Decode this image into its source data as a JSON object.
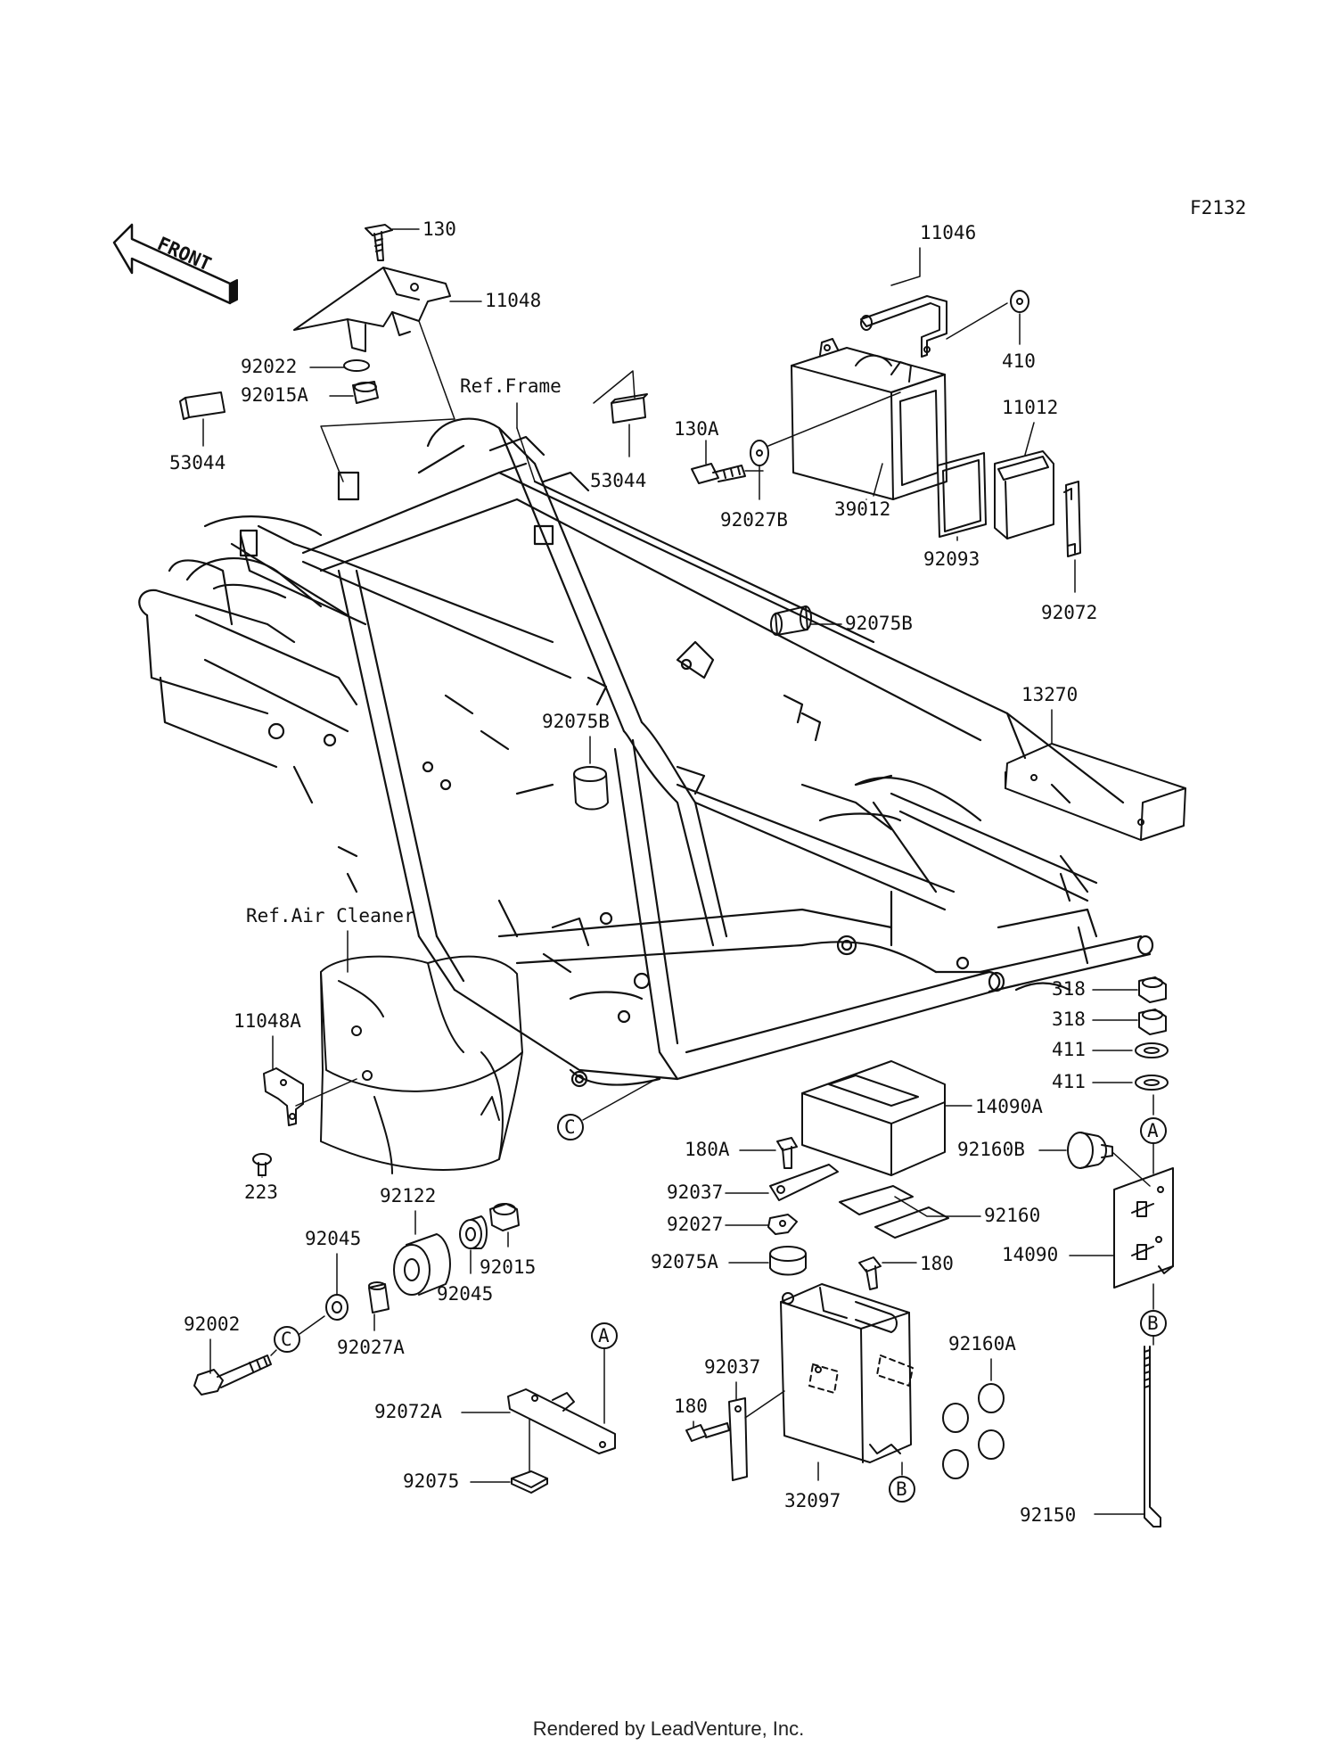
{
  "diagram": {
    "figure_code": "F2132",
    "front_label": "FRONT",
    "ref_frame": "Ref.Frame",
    "ref_air_cleaner": "Ref.Air Cleaner",
    "part_labels": {
      "p130": "130",
      "p11048": "11048",
      "p92022": "92022",
      "p92015A": "92015A",
      "p53044_left": "53044",
      "p53044_mid": "53044",
      "p130A": "130A",
      "p92027B": "92027B",
      "p39012": "39012",
      "p11046": "11046",
      "p410": "410",
      "p11012": "11012",
      "p92093": "92093",
      "p92072": "92072",
      "p92075B_right": "92075B",
      "p92075B_mid": "92075B",
      "p13270": "13270",
      "p318_a": "318",
      "p318_b": "318",
      "p411_a": "411",
      "p411_b": "411",
      "p14090A": "14090A",
      "p92160B": "92160B",
      "p180A": "180A",
      "p92037_top": "92037",
      "p92027": "92027",
      "p92160": "92160",
      "p92075A": "92075A",
      "p180_right": "180",
      "p14090": "14090",
      "p92160A": "92160A",
      "p92037_bottom": "92037",
      "p180_left": "180",
      "p32097": "32097",
      "p92150": "92150",
      "p11048A": "11048A",
      "p223": "223",
      "p92122": "92122",
      "p92045_left": "92045",
      "p92045_mid": "92045",
      "p92015": "92015",
      "p92002": "92002",
      "p92027A": "92027A",
      "p92072A": "92072A",
      "p92075": "92075"
    },
    "callouts": {
      "c_frame": "C",
      "c_bolt": "C",
      "a_right": "A",
      "a_bottom": "A",
      "b_right": "B",
      "b_bottom": "B"
    }
  },
  "footer": {
    "rendered_by": "Rendered by LeadVenture, Inc."
  }
}
